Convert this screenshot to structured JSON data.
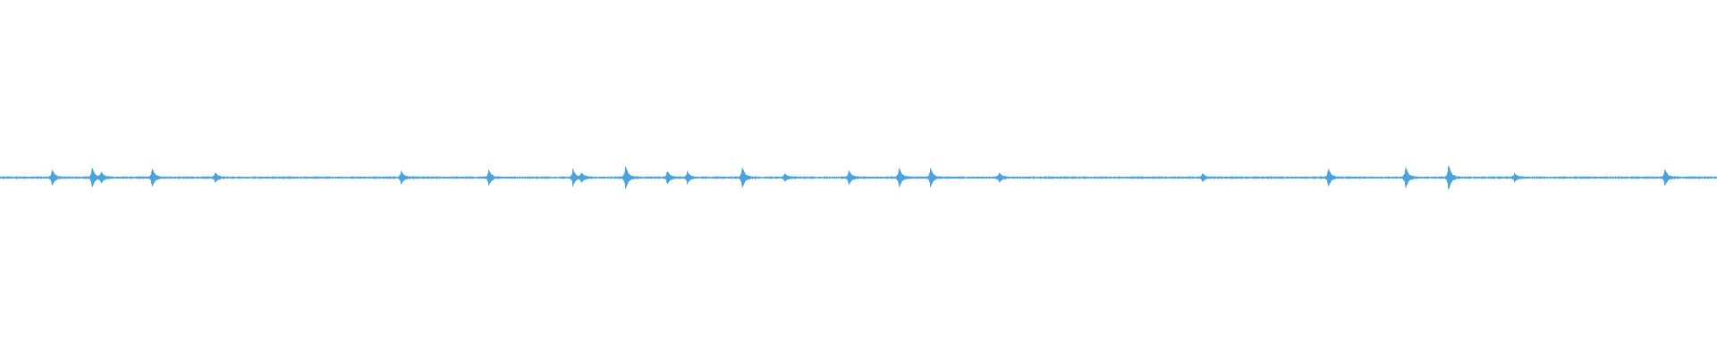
{
  "waveform": {
    "color": "#4aa3df",
    "background": "#ffffff",
    "duration_s": 300,
    "baseline_amplitude": 0.004,
    "noise_amplitude": 0.012,
    "peaks": [
      {
        "t": 9.0,
        "amp": 0.05
      },
      {
        "t": 16.0,
        "amp": 0.06
      },
      {
        "t": 17.6,
        "amp": 0.035
      },
      {
        "t": 26.5,
        "amp": 0.055
      },
      {
        "t": 37.5,
        "amp": 0.03
      },
      {
        "t": 70.0,
        "amp": 0.04
      },
      {
        "t": 85.3,
        "amp": 0.045
      },
      {
        "t": 100.0,
        "amp": 0.05
      },
      {
        "t": 101.5,
        "amp": 0.03
      },
      {
        "t": 109.2,
        "amp": 0.07
      },
      {
        "t": 116.5,
        "amp": 0.04
      },
      {
        "t": 120.0,
        "amp": 0.035
      },
      {
        "t": 129.6,
        "amp": 0.065
      },
      {
        "t": 137.0,
        "amp": 0.025
      },
      {
        "t": 148.2,
        "amp": 0.045
      },
      {
        "t": 157.0,
        "amp": 0.06
      },
      {
        "t": 162.5,
        "amp": 0.055
      },
      {
        "t": 174.5,
        "amp": 0.03
      },
      {
        "t": 210.0,
        "amp": 0.025
      },
      {
        "t": 232.0,
        "amp": 0.055
      },
      {
        "t": 245.5,
        "amp": 0.065
      },
      {
        "t": 253.0,
        "amp": 0.075
      },
      {
        "t": 264.5,
        "amp": 0.025
      },
      {
        "t": 290.8,
        "amp": 0.05
      }
    ]
  }
}
